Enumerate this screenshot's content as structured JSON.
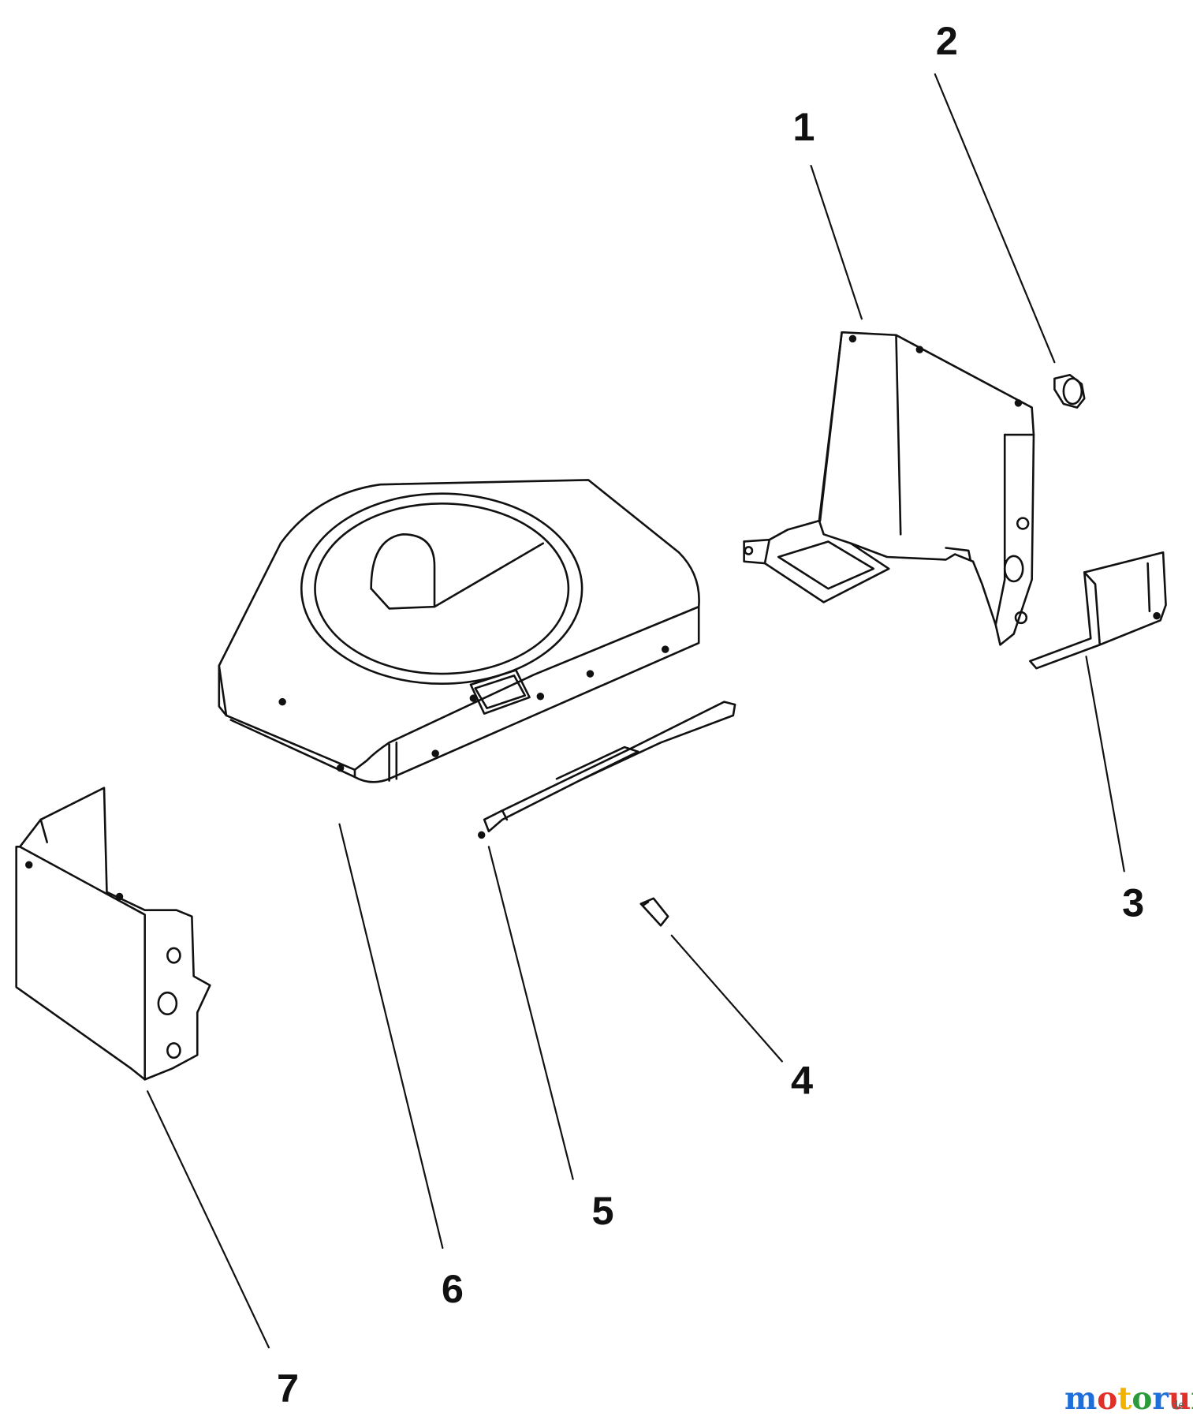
{
  "diagram": {
    "type": "exploded-parts-diagram",
    "callouts": [
      {
        "id": "1",
        "label": "1"
      },
      {
        "id": "2",
        "label": "2"
      },
      {
        "id": "3",
        "label": "3"
      },
      {
        "id": "4",
        "label": "4"
      },
      {
        "id": "5",
        "label": "5"
      },
      {
        "id": "6",
        "label": "6"
      },
      {
        "id": "7",
        "label": "7"
      }
    ]
  },
  "watermark": {
    "letters": [
      "m",
      "o",
      "t",
      "o",
      "r",
      "u",
      "f"
    ],
    "suffix": "de",
    "colors": [
      "#1e6fd9",
      "#e0302a",
      "#f2b300",
      "#2a9a3a",
      "#1e6fd9",
      "#e0302a",
      "#2a9a3a"
    ]
  }
}
